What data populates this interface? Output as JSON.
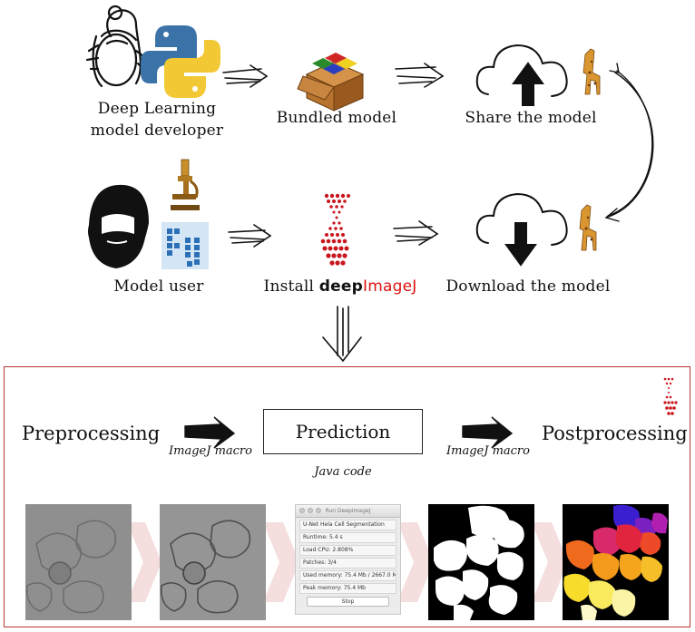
{
  "top_flow": {
    "developer_label_line1": "Deep Learning",
    "developer_label_line2": "model developer",
    "bundled_label": "Bundled model",
    "share_label": "Share the model",
    "user_label": "Model user",
    "install_prefix": "Install ",
    "install_brand_deep": "deep",
    "install_brand_imagej": "ImageJ",
    "download_label": "Download the model"
  },
  "pipeline": {
    "preprocessing": "Preprocessing",
    "prediction": "Prediction",
    "postprocessing": "Postprocessing",
    "macro_left": "ImageJ macro",
    "macro_right": "ImageJ macro",
    "java_code": "Java code"
  },
  "run_window": {
    "title": "Run DeepImageJ",
    "rows": [
      "U-Net Hela Cell Segmentation",
      "Runtime:   5.4 s",
      "Load CPU: 2.808%",
      "Patches: 3/4",
      "Used memory: 75.4 Mb / 2667.0 Mb",
      "Peak memory: 75.4 Mb"
    ],
    "stop_label": "Stop"
  },
  "colors": {
    "panel_border": "#b33333",
    "brand_red": "#dd1111",
    "flow_arrow_fill": "#f4dede"
  }
}
